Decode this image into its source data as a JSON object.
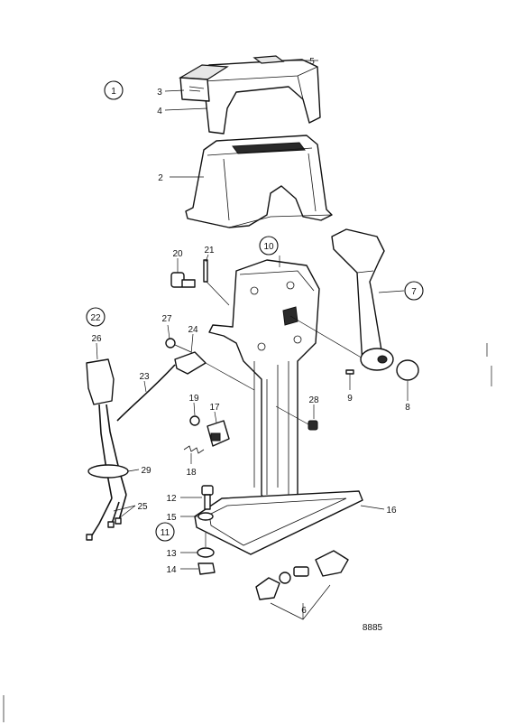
{
  "labels": {
    "l1": "1",
    "l2": "2",
    "l3": "3",
    "l4": "4",
    "l5": "5",
    "l6": "6",
    "l7": "7",
    "l8": "8",
    "l9": "9",
    "l10": "10",
    "l11": "11",
    "l12": "12",
    "l13": "13",
    "l14": "14",
    "l15": "15",
    "l16": "16",
    "l17": "17",
    "l18": "18",
    "l19": "19",
    "l20": "20",
    "l21": "21",
    "l22": "22",
    "l23": "23",
    "l24": "24",
    "l25": "25",
    "l26": "26",
    "l27": "27",
    "l28": "28",
    "l29": "29"
  },
  "reference_number": "8885"
}
